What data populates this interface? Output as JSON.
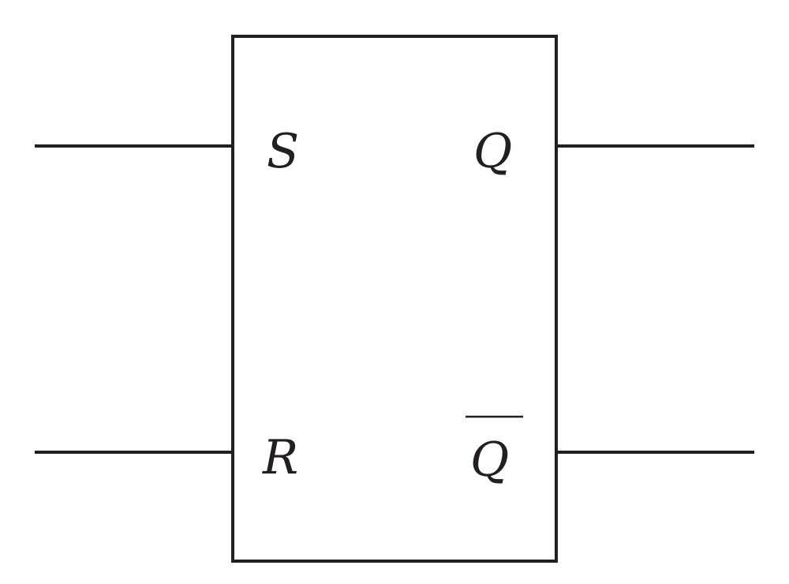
{
  "diagram": {
    "type": "sr-latch-block",
    "inputs": [
      {
        "label": "S"
      },
      {
        "label": "R"
      }
    ],
    "outputs": [
      {
        "label": "Q",
        "negated": false
      },
      {
        "label": "Q",
        "negated": true
      }
    ],
    "colors": {
      "line": "#231f20",
      "background": "#ffffff"
    }
  }
}
